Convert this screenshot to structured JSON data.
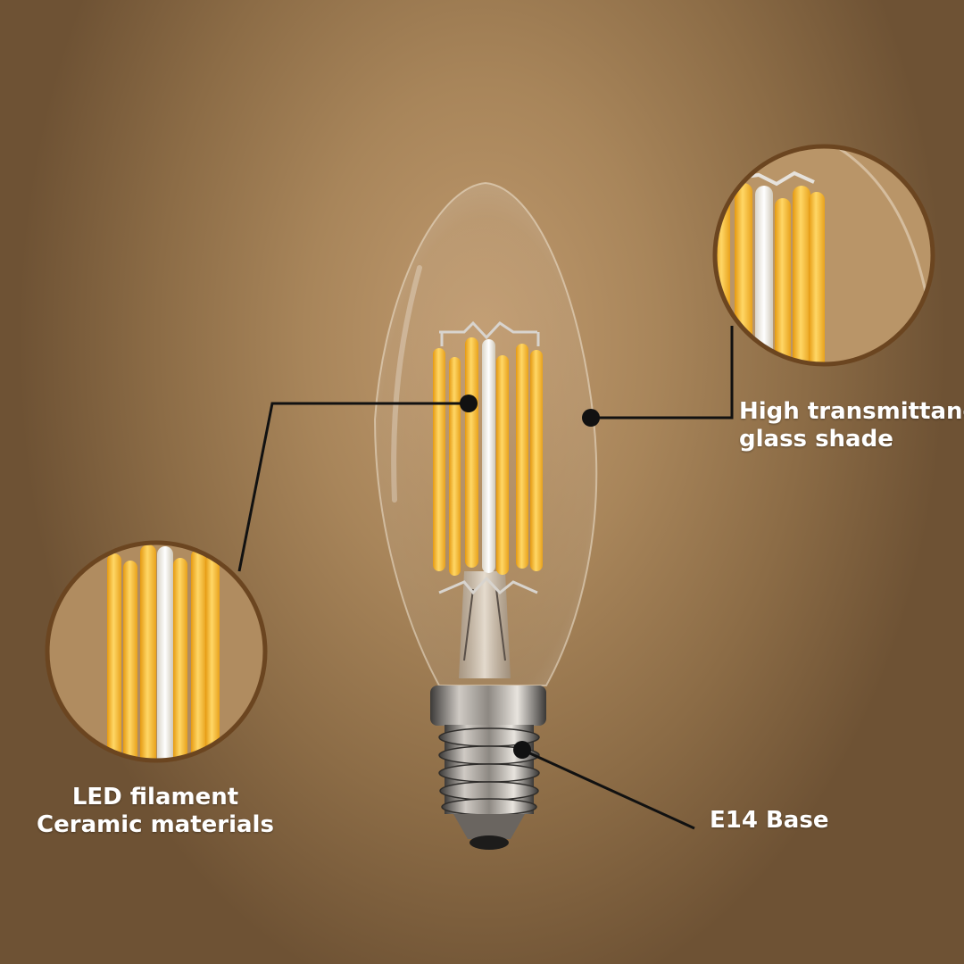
{
  "callouts": {
    "glass_shade": {
      "line1": "High transmittance",
      "line2": "glass shade"
    },
    "led_filament": {
      "line1": "LED filament",
      "line2": "Ceramic materials"
    },
    "base": {
      "text": "E14 Base"
    }
  },
  "colors": {
    "background": "#a8855a",
    "filament": "#f6bf3a",
    "leader_line": "#111111",
    "zoom_ring": "#6b4520",
    "label_text": "#ffffff"
  }
}
